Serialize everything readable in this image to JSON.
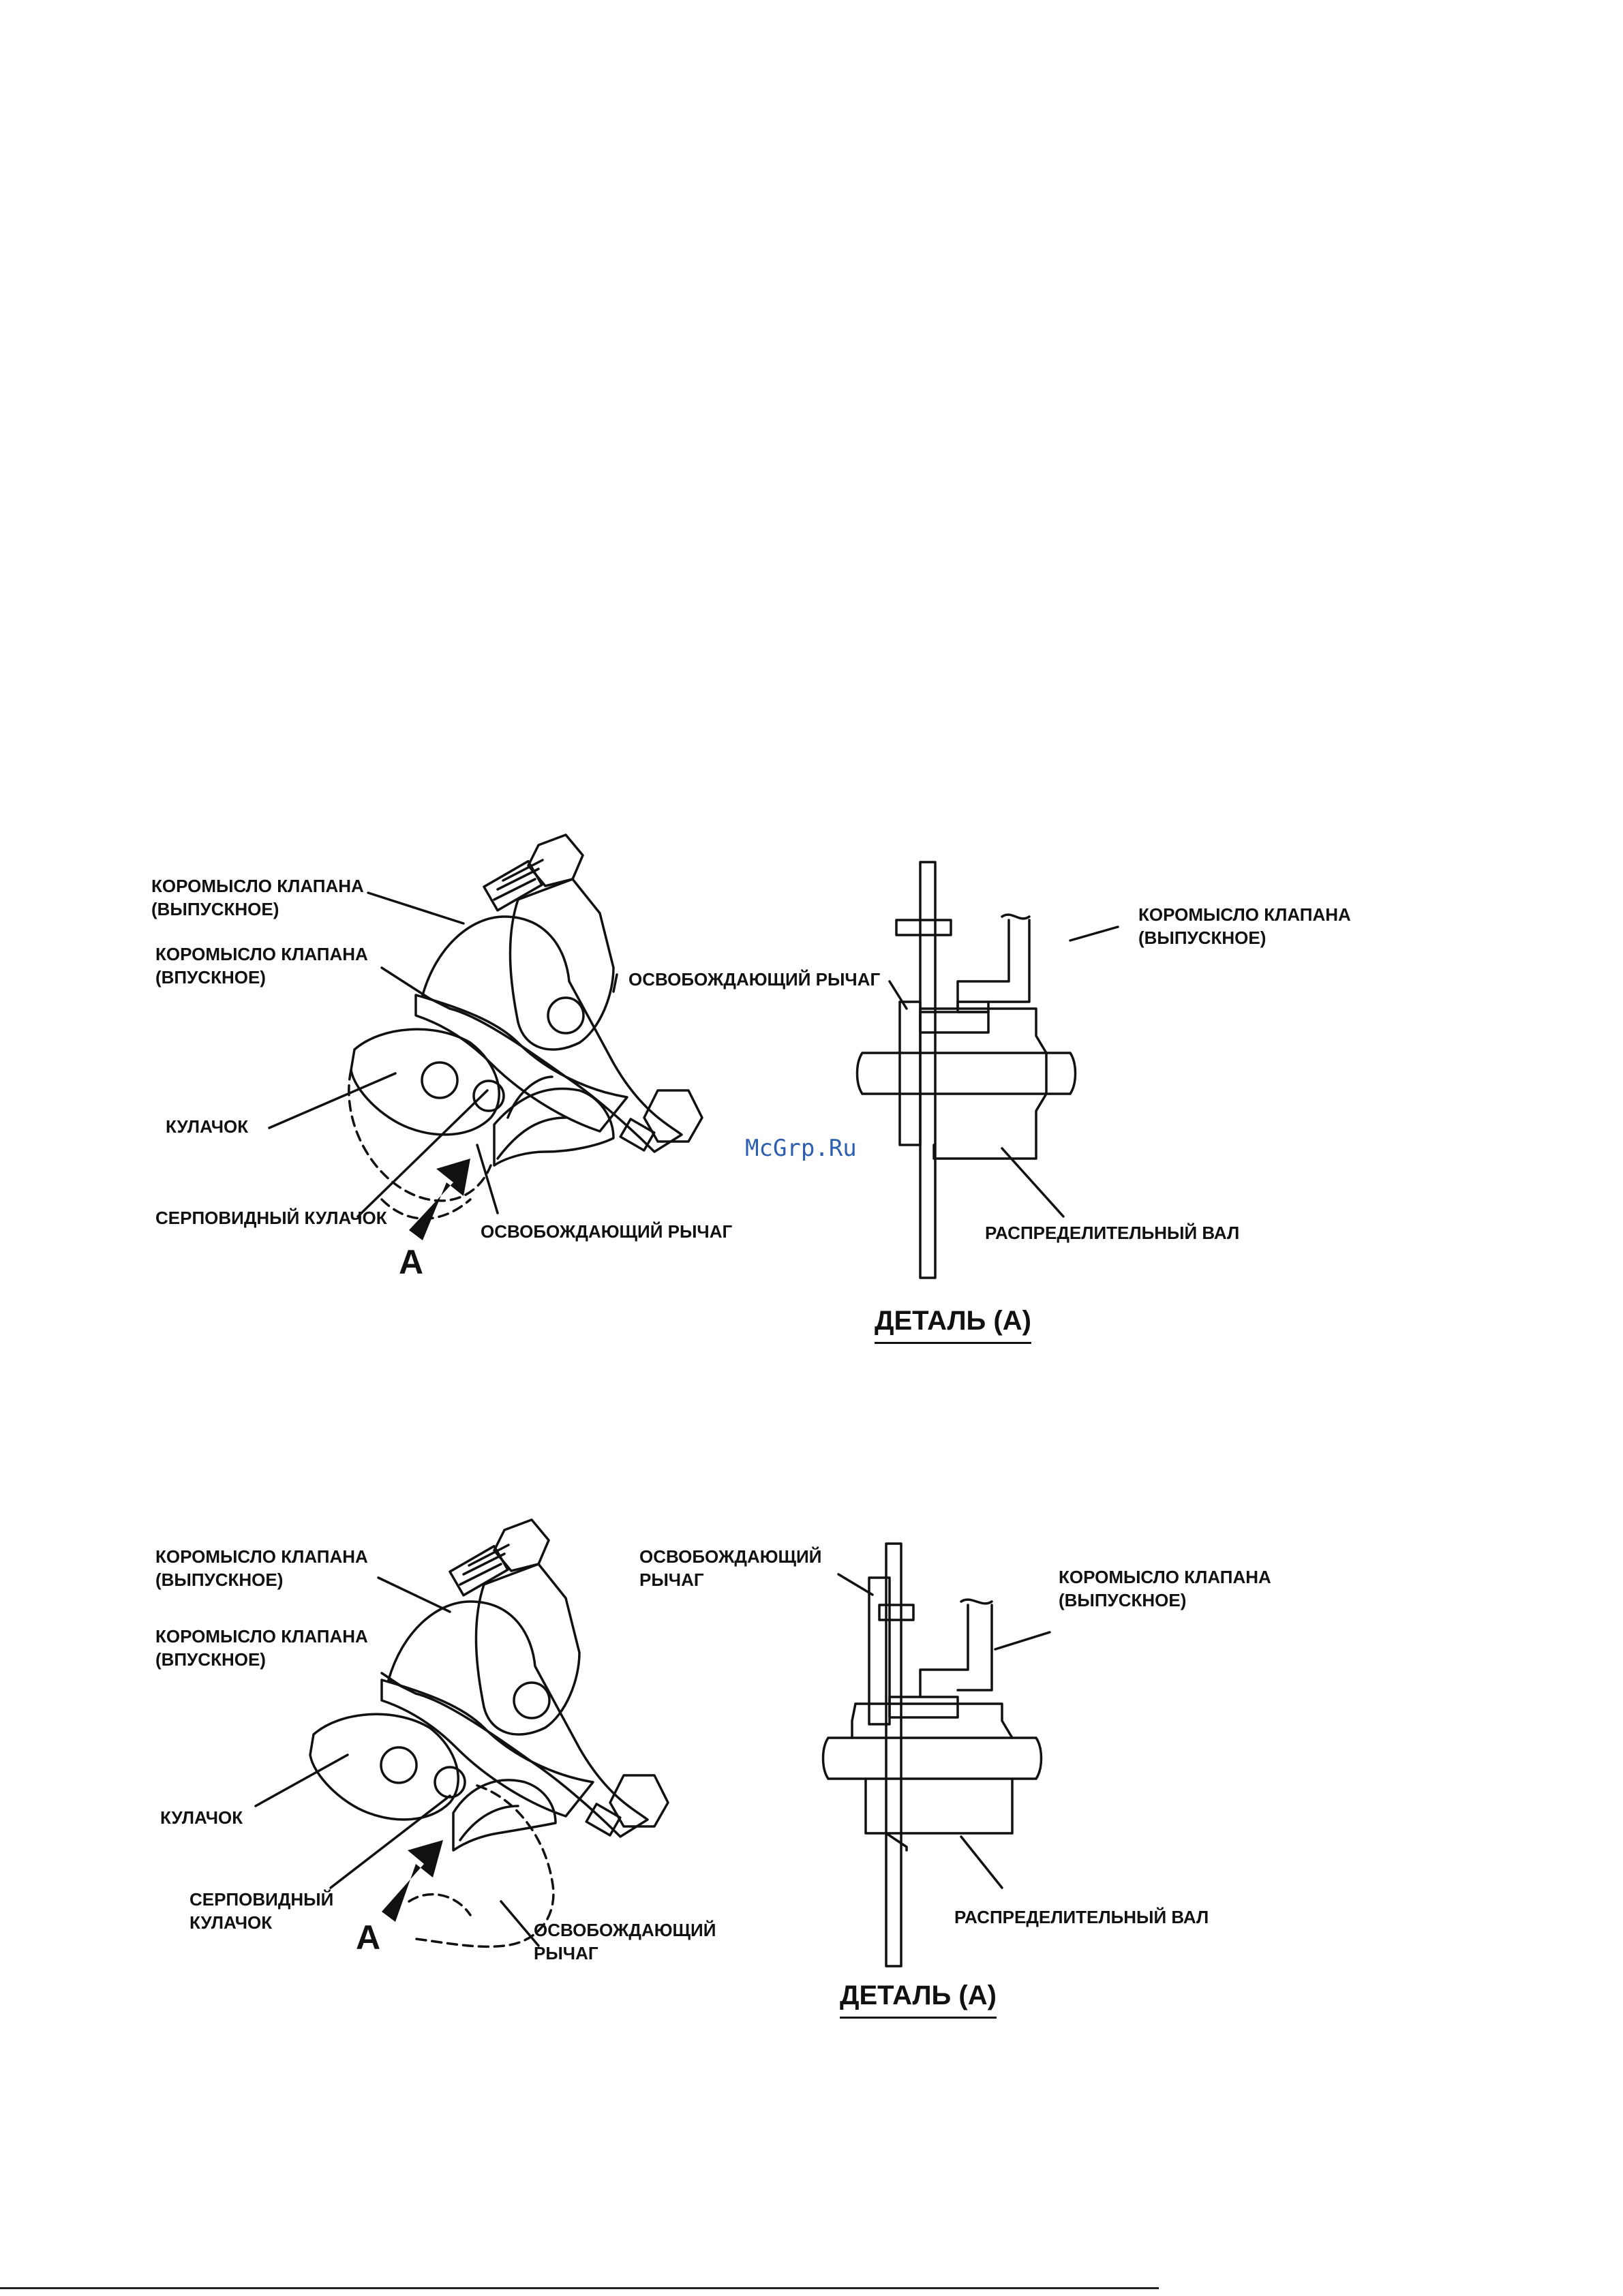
{
  "watermark": "McGrp.Ru",
  "figure_top": {
    "labels": {
      "exhaust_rocker": "КОРОМЫСЛО КЛАПАНА\n(ВЫПУСКНОЕ)",
      "intake_rocker": "КОРОМЫСЛО КЛАПАНА\n(ВПУСКНОЕ)",
      "cam": "КУЛАЧОК",
      "crescent_cam": "СЕРПОВИДНЫЙ КУЛАЧОК",
      "release_lever": "ОСВОБОЖДАЮЩИЙ РЫЧАГ",
      "arrow": "A"
    },
    "detail": {
      "release_lever": "ОСВОБОЖДАЮЩИЙ РЫЧАГ",
      "exhaust_rocker": "КОРОМЫСЛО КЛАПАНА\n(ВЫПУСКНОЕ)",
      "camshaft": "РАСПРЕДЕЛИТЕЛЬНЫЙ ВАЛ",
      "title": "ДЕТАЛЬ (А)"
    }
  },
  "figure_bottom": {
    "labels": {
      "exhaust_rocker": "КОРОМЫСЛО КЛАПАНА\n(ВЫПУСКНОЕ)",
      "intake_rocker": "КОРОМЫСЛО КЛАПАНА\n(ВПУСКНОЕ)",
      "cam": "КУЛАЧОК",
      "crescent_cam": "СЕРПОВИДНЫЙ\nКУЛАЧОК",
      "release_lever": "ОСВОБОЖДАЮЩИЙ\nРЫЧАГ",
      "arrow": "A"
    },
    "detail": {
      "release_lever": "ОСВОБОЖДАЮЩИЙ\nРЫЧАГ",
      "exhaust_rocker": "КОРОМЫСЛО КЛАПАНА\n(ВЫПУСКНОЕ)",
      "camshaft": "РАСПРЕДЕЛИТЕЛЬНЫЙ ВАЛ",
      "title": "ДЕТАЛЬ (А)"
    }
  }
}
